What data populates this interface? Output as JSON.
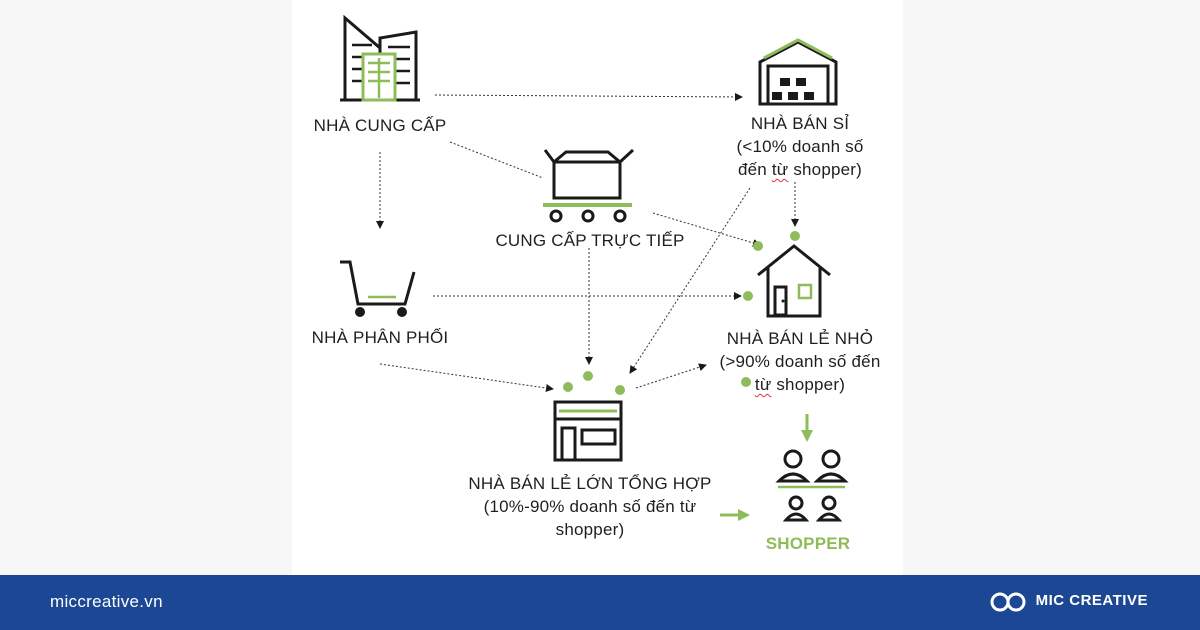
{
  "nodes": {
    "supplier": {
      "label": "NHÀ CUNG CẤP"
    },
    "wholesaler": {
      "label": "NHÀ BÁN SỈ",
      "line2": "(<10% doanh số",
      "line3_a": "đến",
      "line3_b": "từ",
      "line3_c": " shopper)"
    },
    "direct": {
      "label": "CUNG CẤP TRỰC TIẾP"
    },
    "distributor": {
      "label": "NHÀ PHÂN PHỐI"
    },
    "small_retailer": {
      "label": "NHÀ BÁN LẺ NHỎ",
      "line2": "(>90% doanh số đến",
      "line3_a": "từ",
      "line3_b": " shopper)"
    },
    "big_retailer": {
      "label": "NHÀ BÁN LẺ LỚN TỔNG HỢP",
      "line2": "(10%-90% doanh số đến từ",
      "line3": "shopper)"
    },
    "shopper": {
      "label": "SHOPPER"
    }
  },
  "footer": {
    "site": "miccreative.vn",
    "brand": "MIC CREATIVE"
  },
  "colors": {
    "accent": "#8fbc5a",
    "footer_bg": "#1c4794",
    "icon": "#1a1a1a"
  }
}
